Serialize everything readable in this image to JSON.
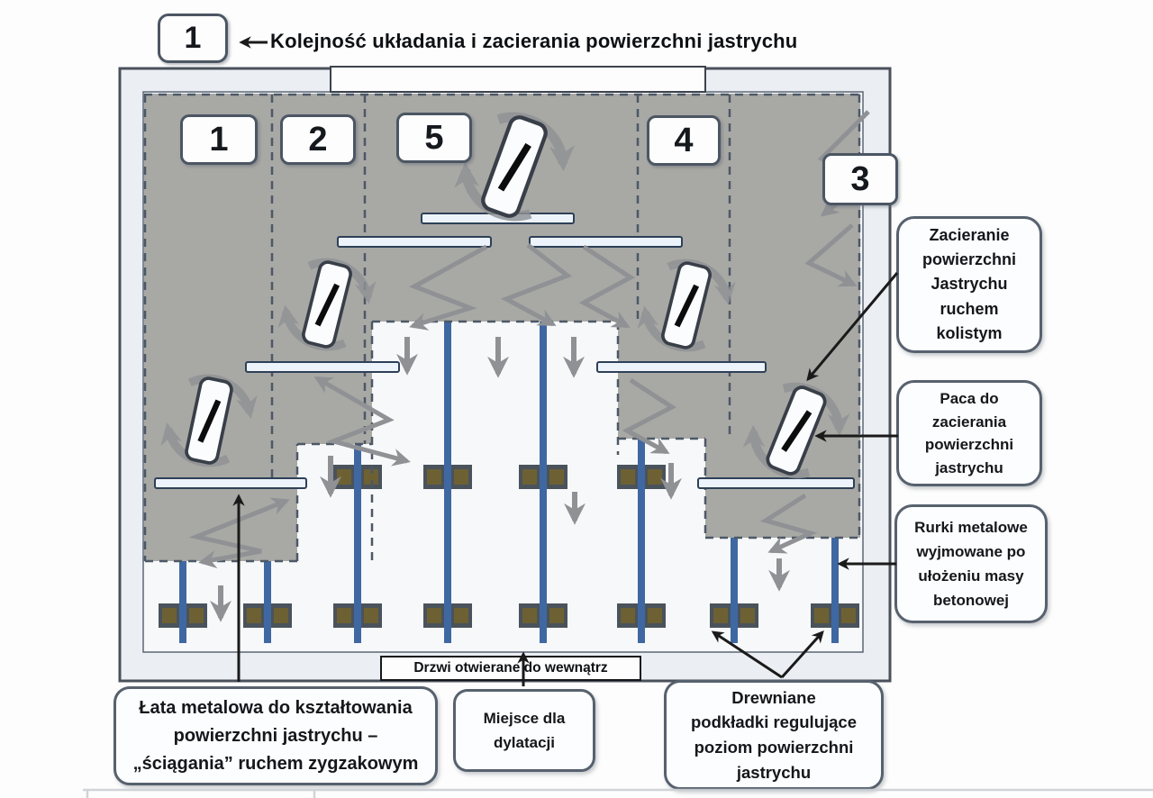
{
  "title": {
    "number": "1",
    "text": "Kolejność układania i zacierania powierzchni jastrychu"
  },
  "zone_labels": {
    "z1": "1",
    "z2": "2",
    "z5": "5",
    "z4": "4",
    "z3": "3"
  },
  "door": {
    "label": "Drzwi otwierane do wewnątrz"
  },
  "callouts": {
    "zacieranie": {
      "lines": [
        "Zacieranie",
        "powierzchni",
        "Jastrychu",
        "ruchem",
        "kolistym"
      ]
    },
    "paca": {
      "lines": [
        "Paca do",
        "zacierania",
        "powierzchni",
        "jastrychu"
      ]
    },
    "rurki": {
      "lines": [
        "Rurki metalowe",
        "wyjmowane po",
        "ułożeniu masy",
        "betonowej"
      ]
    },
    "lata": {
      "lines": [
        "Łata metalowa do kształtowania",
        "powierzchni  jastrychu –",
        "„ściągania” ruchem zygzakowym"
      ]
    },
    "miejsce": {
      "lines": [
        "Miejsce dla",
        "dylatacji"
      ]
    },
    "drewniane": {
      "lines": [
        "Drewniane",
        "podkładki regulujące",
        "poziom  powierzchni",
        "jastrychu"
      ]
    }
  },
  "icons": {
    "trowel": "trowel-icon",
    "rotation": "rotation-arrows-icon",
    "zigzag": "zigzag-arrow-icon",
    "down_arrow": "down-arrow-icon",
    "pointer": "pointer-arrow-icon"
  },
  "colors": {
    "screed_gray": "#a8a8a5",
    "tube_blue": "#3f68a2",
    "pad_dark": "#4a535b",
    "pad_olive": "#6d6134",
    "arrow_gray": "#8f9194",
    "dash_line": "#4d5866",
    "wall_fill": "#ebeef3",
    "floor_fill": "#f7f8fa",
    "box_border": "#57616e",
    "black": "#1a1a1a"
  }
}
